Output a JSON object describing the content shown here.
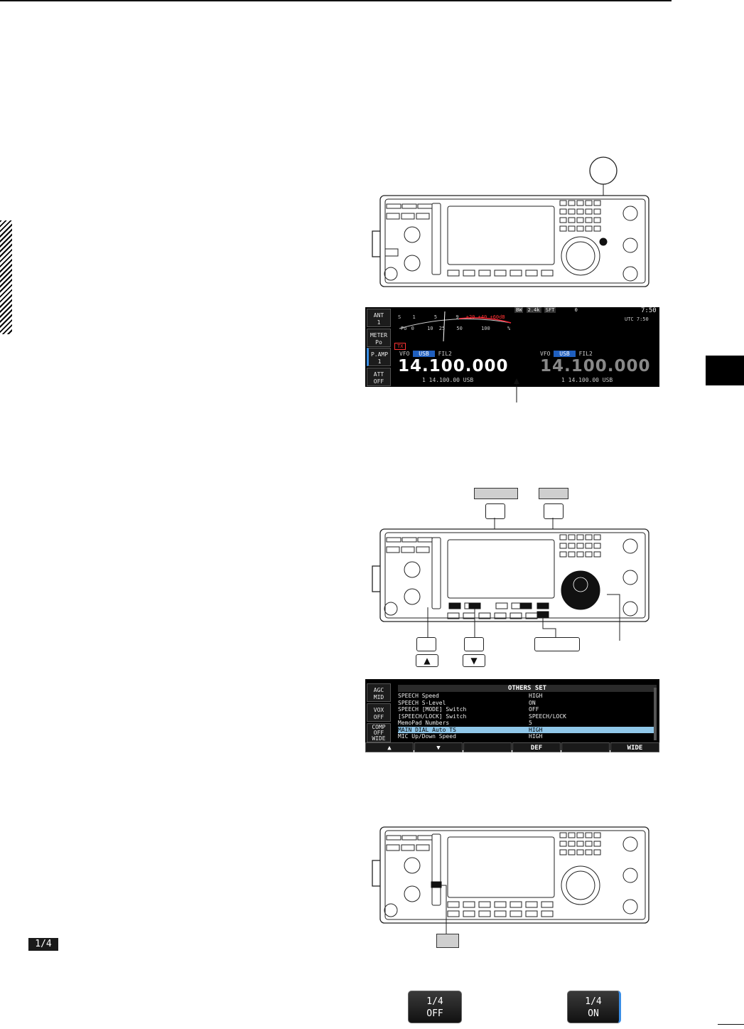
{
  "screen1": {
    "side_buttons": [
      {
        "line1": "ANT",
        "line2": "1"
      },
      {
        "line1": "METER",
        "line2": "Po"
      },
      {
        "line1": "P.AMP",
        "line2": "1"
      },
      {
        "line1": "ATT",
        "line2": "OFF"
      }
    ],
    "meter_top_scale": [
      "S",
      "1",
      "5",
      "9",
      "+20",
      "+40",
      "+60dB"
    ],
    "meter_bottom_scale": [
      "Po",
      "0",
      "10",
      "25",
      "50",
      "100",
      "%"
    ],
    "top_bar": {
      "bw": "BW",
      "bw_val": "2.4k",
      "sft": "SFT",
      "sft_val": "0",
      "clock": "7:50",
      "utc": "UTC",
      "utc_val": "7:50"
    },
    "tx_badge": "TX",
    "main": {
      "vfo": "VFO",
      "mode": "USB",
      "filter": "FIL2",
      "freq": "14.100.000",
      "sub": "1 14.100.00 USB"
    },
    "sub": {
      "vfo": "VFO",
      "mode": "USB",
      "filter": "FIL2",
      "freq": "14.100.000",
      "sub": "1 14.100.00 USB"
    }
  },
  "screen2": {
    "title": "OTHERS SET",
    "side_buttons": [
      {
        "line1": "AGC",
        "line2": "MID"
      },
      {
        "line1": "VOX",
        "line2": "OFF"
      },
      {
        "line1": "COMP",
        "line2": "OFF",
        "line3": "WIDE"
      }
    ],
    "rows": [
      {
        "label": "SPEECH Speed",
        "value": "HIGH"
      },
      {
        "label": "SPEECH S-Level",
        "value": "ON"
      },
      {
        "label": "SPEECH [MODE] Switch",
        "value": "OFF"
      },
      {
        "label": "[SPEECH/LOCK] Switch",
        "value": "SPEECH/LOCK"
      },
      {
        "label": "MemoPad Numbers",
        "value": "5"
      },
      {
        "label": "MAIN DIAL Auto TS",
        "value": "HIGH"
      },
      {
        "label": "MIC Up/Down Speed",
        "value": "HIGH"
      }
    ],
    "fkeys": [
      "▲",
      "▼",
      "",
      "DEF",
      "",
      "WIDE"
    ]
  },
  "callouts": {
    "up_arrow": "▲",
    "down_arrow": "▼"
  },
  "inline_icon": {
    "label": "1/4"
  },
  "quarter_buttons": [
    {
      "line1": "1/4",
      "line2": "OFF"
    },
    {
      "line1": "1/4",
      "line2": "ON"
    }
  ]
}
